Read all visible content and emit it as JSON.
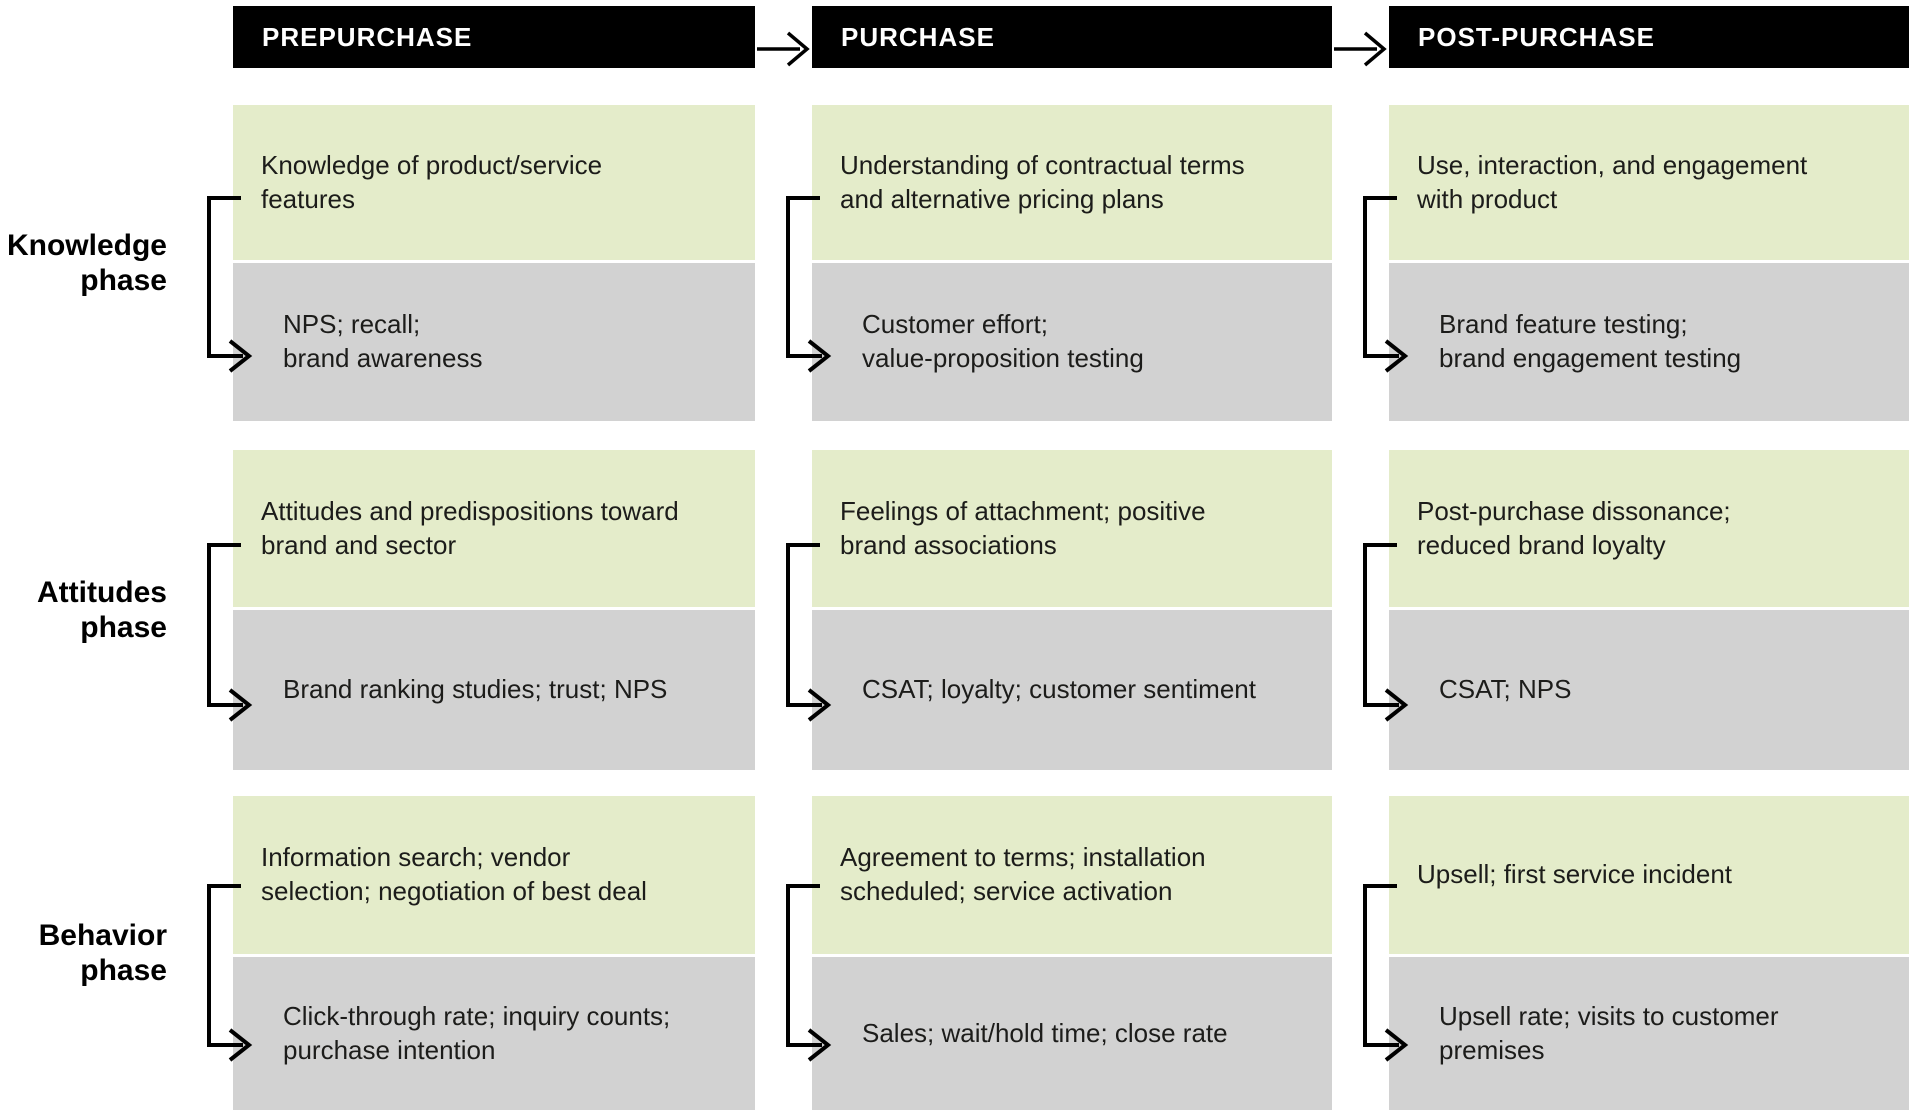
{
  "stages": [
    {
      "label": "PREPURCHASE"
    },
    {
      "label": "PURCHASE"
    },
    {
      "label": "POST-PURCHASE"
    }
  ],
  "phases": [
    {
      "label": "Knowledge phase",
      "cells": [
        {
          "experience": "Knowledge of product/service\nfeatures",
          "metrics": "NPS; recall;\nbrand awareness"
        },
        {
          "experience": "Understanding of contractual terms\nand alternative pricing plans",
          "metrics": "Customer effort;\nvalue-proposition testing"
        },
        {
          "experience": "Use, interaction, and engagement\nwith product",
          "metrics": "Brand feature testing;\nbrand engagement testing"
        }
      ]
    },
    {
      "label": "Attitudes phase",
      "cells": [
        {
          "experience": "Attitudes and predispositions toward\nbrand and sector",
          "metrics": "Brand ranking studies; trust; NPS"
        },
        {
          "experience": "Feelings of attachment; positive\nbrand associations",
          "metrics": "CSAT; loyalty; customer sentiment"
        },
        {
          "experience": "Post-purchase dissonance;\nreduced brand loyalty",
          "metrics": "CSAT; NPS"
        }
      ]
    },
    {
      "label": "Behavior phase",
      "cells": [
        {
          "experience": "Information search; vendor\nselection; negotiation of best deal",
          "metrics": "Click-through rate; inquiry counts;\npurchase intention"
        },
        {
          "experience": "Agreement to terms; installation\nscheduled; service activation",
          "metrics": "Sales; wait/hold time; close rate"
        },
        {
          "experience": "Upsell; first service incident",
          "metrics": "Upsell rate; visits to customer\npremises"
        }
      ]
    }
  ],
  "colors": {
    "header_bg": "#000000",
    "header_text": "#ffffff",
    "experience_bg": "#e4ecca",
    "metrics_bg": "#d2d2d2",
    "connector": "#000000",
    "body_text": "#1c1c1a"
  }
}
